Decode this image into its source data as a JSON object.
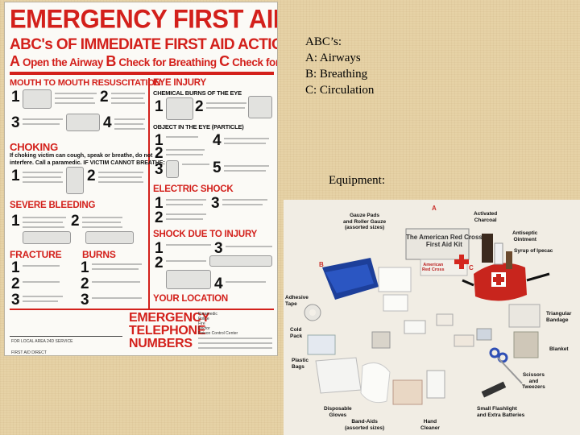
{
  "abc": {
    "heading": "ABC’s:",
    "lines": [
      "A: Airways",
      "B: Breathing",
      "C: Circulation"
    ]
  },
  "equipment_label": "Equipment:",
  "poster": {
    "title": "EMERGENCY FIRST AID",
    "subtitle": "ABC's OF IMMEDIATE FIRST AID ACTION",
    "abc_row": {
      "a": "A",
      "a_text": "Open the Airway",
      "b": "B",
      "b_text": "Check for Breathing",
      "c": "C",
      "c_text": "Check for Circulation"
    },
    "sections": {
      "mouth": "MOUTH TO MOUTH RESUSCITATION",
      "eye": "EYE INJURY",
      "eye_sub1": "CHEMICAL BURNS OF THE EYE",
      "eye_sub2": "OBJECT IN THE EYE (PARTICLE)",
      "choking": "CHOKING",
      "choking_text1": "If choking victim can cough, speak or breathe, do not",
      "choking_text2": "interfere. Call a paramedic. IF VICTIM CANNOT BREATHE:",
      "electric": "ELECTRIC SHOCK",
      "bleeding": "SEVERE BLEEDING",
      "shock": "SHOCK DUE TO INJURY",
      "fracture": "FRACTURE",
      "burns": "BURNS",
      "location": "YOUR LOCATION",
      "local": "FOR LOCAL AREA 24D SERVICE",
      "firstaid": "FIRST AID DIRECT"
    },
    "emergency": [
      "EMERGENCY",
      "TELEPHONE",
      "NUMBERS"
    ],
    "fields": [
      "Paramedic",
      "Police",
      "Fire",
      "Doctor",
      "Poison Control Center"
    ]
  },
  "kit_photo": {
    "letters": [
      "A",
      "B",
      "C"
    ],
    "labels": {
      "gauze": [
        "Gauze Pads",
        "and Roller Gauze",
        "(assorted sizes)"
      ],
      "kit": [
        "The American Red Cross",
        "First Aid Kit"
      ],
      "charcoal": [
        "Activated",
        "Charcoal"
      ],
      "ointment": [
        "Antiseptic",
        "Ointment"
      ],
      "ipecac": "Syrup of Ipecac",
      "tape": [
        "Adhesive",
        "Tape"
      ],
      "triangular": [
        "Triangular",
        "Bandage"
      ],
      "cold": [
        "Cold",
        "Pack"
      ],
      "blanket": "Blanket",
      "plastic": [
        "Plastic",
        "Bags"
      ],
      "scissors": [
        "Scissors",
        "and",
        "Tweezers"
      ],
      "gloves": [
        "Disposable",
        "Gloves"
      ],
      "flashlight": [
        "Small Flashlight",
        "and Extra Batteries"
      ],
      "bandaids": [
        "Band-Aids",
        "(assorted sizes)"
      ],
      "cleaner": [
        "Hand",
        "Cleaner"
      ],
      "cross_label": [
        "American",
        "Red Cross"
      ]
    }
  }
}
